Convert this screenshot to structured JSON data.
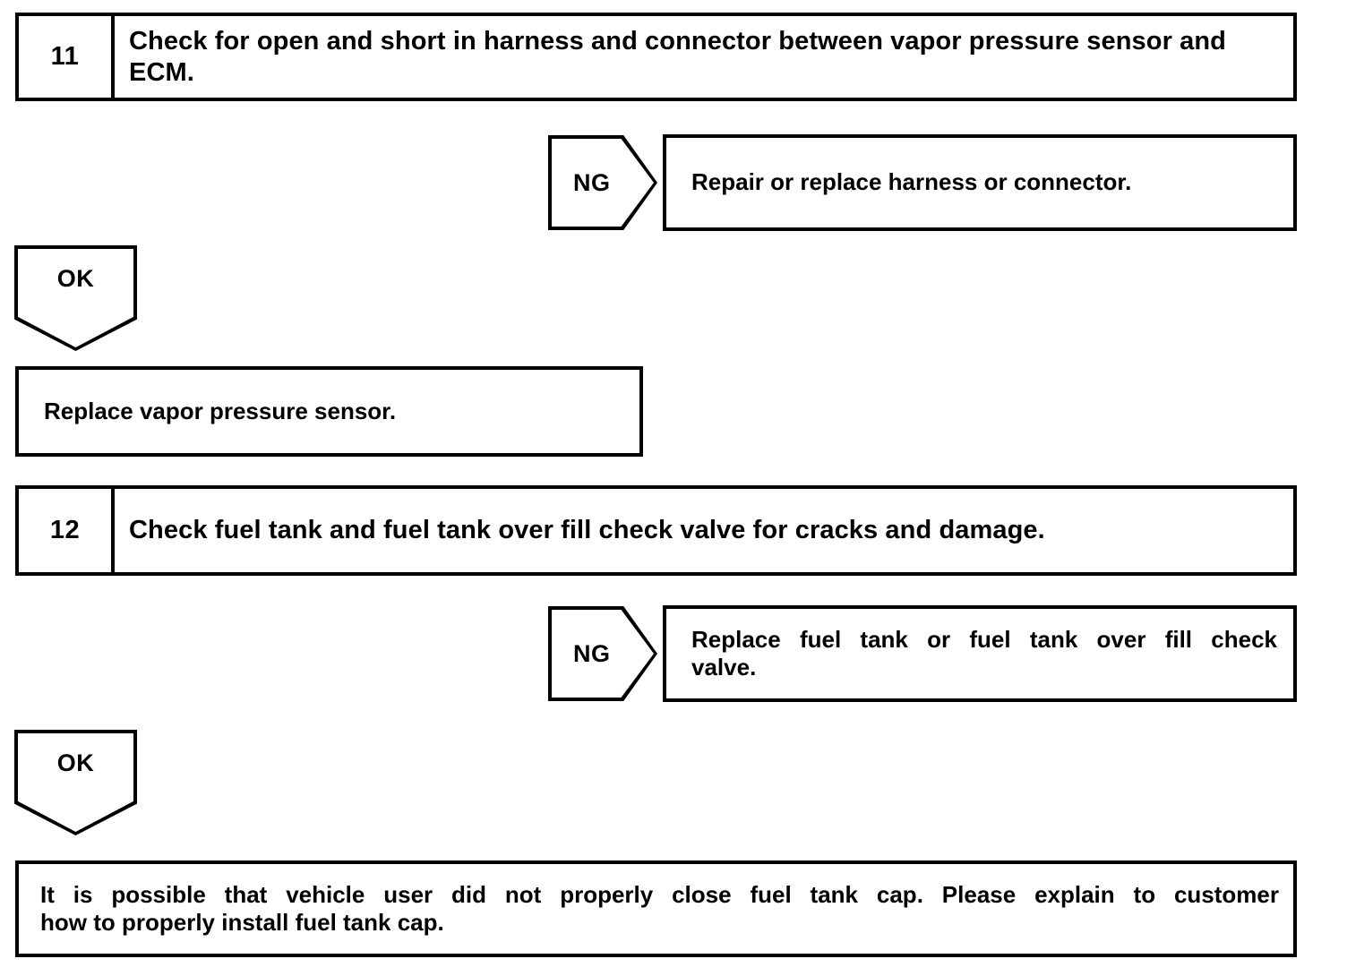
{
  "document": {
    "type": "diagnostic-flow-chart",
    "colors": {
      "line": "#000000",
      "background": "#ffffff",
      "text": "#000000"
    }
  },
  "steps": [
    {
      "number": "11",
      "instruction": "Check for open and short in harness and connector between vapor pressure sensor and ECM.",
      "ng_label": "NG",
      "ng_result": "Repair or replace harness or connector.",
      "ok_label": "OK",
      "ok_result": "Replace vapor pressure sensor."
    },
    {
      "number": "12",
      "instruction": "Check fuel tank and fuel tank over fill check valve for cracks and damage.",
      "ng_label": "NG",
      "ng_result_line1": "Replace fuel tank or fuel tank over fill check",
      "ng_result_line2": "valve.",
      "ok_label": "OK",
      "ok_result_line1": "It is possible that vehicle user did not properly close fuel tank cap. Please explain to customer",
      "ok_result_line2": "how to properly install fuel tank cap."
    }
  ]
}
